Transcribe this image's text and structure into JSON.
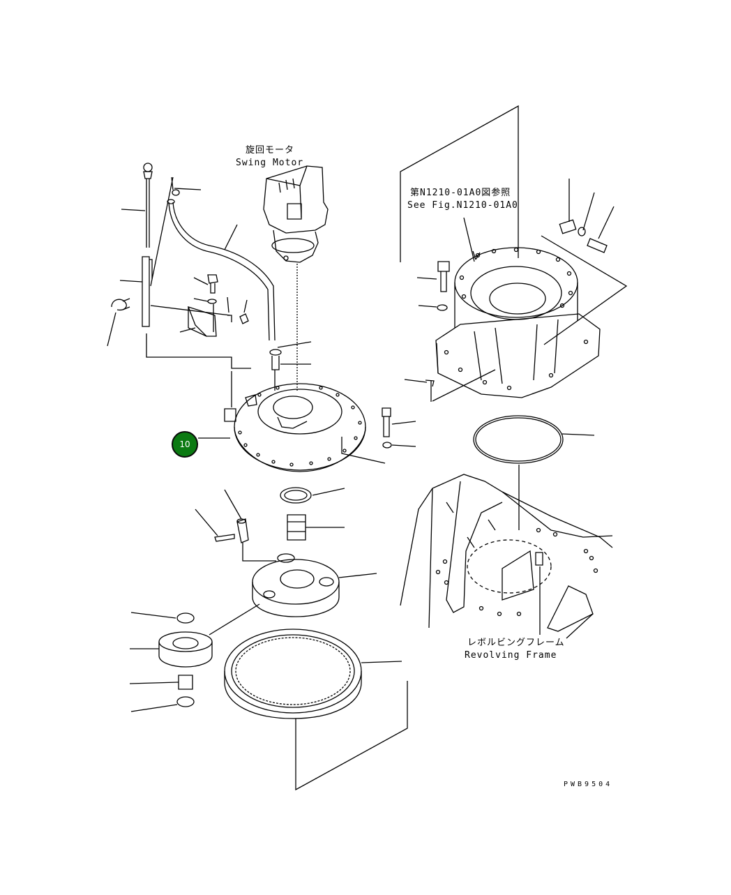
{
  "labels": {
    "swing_motor_jp": "旋回モータ",
    "swing_motor_en": "Swing Motor",
    "see_fig_jp": "第N1210-01A0図参照",
    "see_fig_en": "See Fig.N1210-01A0",
    "frame_jp": "レボルビングフレーム",
    "frame_en": "Revolving Frame",
    "drawing_code": "PWB9504"
  },
  "callout": {
    "number": "10",
    "color": "#0b7a12"
  }
}
